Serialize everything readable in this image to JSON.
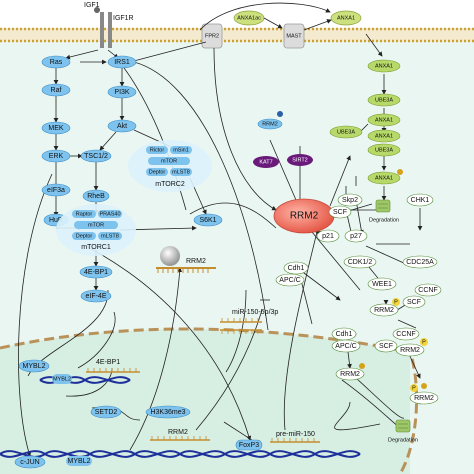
{
  "title": "",
  "membrane": {
    "ligand": "IGF1",
    "receptor": "IGF1R",
    "fpr2": "FPR2",
    "anxa1_ac": "ANXA1ac",
    "anxa1_top": "ANXA1",
    "mast": "MAST"
  },
  "nodes": {
    "ras": "Ras",
    "raf": "Raf",
    "mek": "MEK",
    "erk": "ERK",
    "eif3a": "eIF3a",
    "hur": "HuR",
    "irs1": "IRS1",
    "pi3k": "PI3K",
    "akt": "Akt",
    "tsc": "TSC1/2",
    "rheb": "RheB",
    "rictor": "Rictor",
    "msin1": "mSin1",
    "mtor_c2": "mTOR",
    "deptor_c2": "Deptor",
    "mlst8_c2": "mLST8",
    "mtorc2": "mTORC2",
    "raptor": "Raptor",
    "pras40": "PRAS40",
    "mtor_c1": "mTOR",
    "deptor_c1": "Deptor",
    "mlst8_c1": "mLST8",
    "mtorc1": "mTORC1",
    "s6k1": "S6K1",
    "ebp1": "4E-BP1",
    "eif4e": "eIF-4E",
    "rrm2_mrna": "RRM2",
    "rrm2_center": "RRM2",
    "rrm2_ub": "RRM2",
    "kat7": "KAT7",
    "sirt2": "SIRT2",
    "anxa1_1": "ANXA1",
    "ube3a_1": "UBE3A",
    "anxa1_2": "ANXA1",
    "ube3a_2": "UBE3A",
    "anxa1_3": "ANXA1",
    "ube3a_3": "UBE3A",
    "anxa1_4": "ANXA1",
    "degradation_1": "Degradation",
    "skp2": "Skp2",
    "scf_1": "SCF",
    "p21": "p21",
    "p27": "p27",
    "chk1": "CHK1",
    "cdk12": "CDK1/2",
    "cdc25a": "CDC25A",
    "wee1": "WEE1",
    "cdh1_1": "Cdh1",
    "apcc_1": "APC/C",
    "rrm2_p": "RRM2",
    "p_badge": "P",
    "scf_2": "SCF",
    "ccnf_1": "CCNF",
    "mir150": "miR-150-5p/3p",
    "cdh1_2": "Cdh1",
    "apcc_2": "APC/C",
    "ccnf_2": "CCNF",
    "scf_3": "SCF",
    "rrm2_scf": "RRM2",
    "rrm2_deg_a": "RRM2",
    "rrm2_deg_b": "RRM2",
    "degradation_2": "Degradation",
    "mybl2_n": "MYBL2",
    "ebp1_n": "4E-BP1",
    "mybl2_gene": "MYBL2",
    "setd2": "SETD2",
    "h3k36": "H3K36me3",
    "rrm2_gene": "RRM2",
    "cjun": "c-JUN",
    "mybl2_gene2": "MYBL2",
    "foxp3": "FoxP3",
    "premir": "pre-miR-150"
  },
  "colors": {
    "cytoplasm": "#e6f4ee",
    "nucleus": "#d4ecdf",
    "node_blue": "#7ec3ee",
    "node_green": "#b7d96a",
    "rrm2_red": "#ef6b5a",
    "kat7": "#6a1a7a",
    "membrane": "#c9a135",
    "dna": "#1c2f9a"
  }
}
